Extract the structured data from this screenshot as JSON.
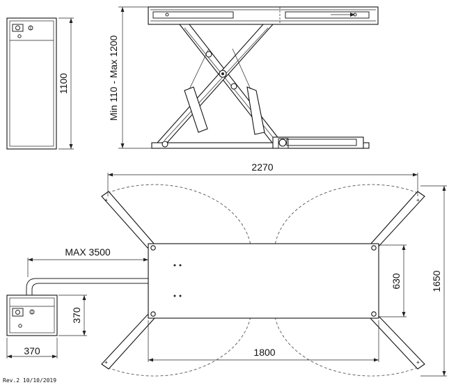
{
  "dimensions": {
    "control_box_height": "1100",
    "lift_height_range": "Min 110 - Max 1200",
    "arm_span": "2270",
    "hose_length": "MAX 3500",
    "platform_width": "630",
    "overall_length": "1650",
    "control_box_depth": "370",
    "control_box_width": "370",
    "platform_length": "1800"
  },
  "revision": "Rev.2  10/10/2019",
  "colors": {
    "line": "#222222",
    "background": "#ffffff"
  }
}
